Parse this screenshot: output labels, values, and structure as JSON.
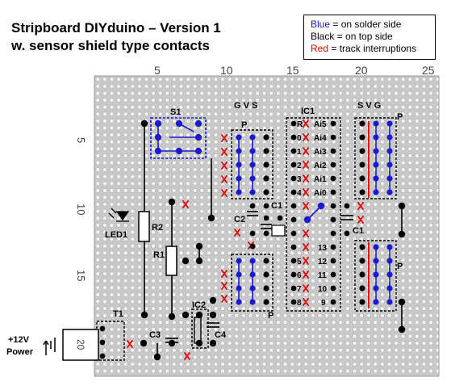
{
  "title_line1": "Stripboard DIYduino – Version 1",
  "title_line2": "w. sensor shield type contacts",
  "legend": {
    "blue_key": "Blue",
    "blue_text": " = on solder side",
    "black_text": "Black = on top side",
    "red_key": "Red",
    "red_text": " = track interruptions"
  },
  "column_numbers": [
    "5",
    "10",
    "15",
    "20",
    "25"
  ],
  "row_numbers": [
    "5",
    "10",
    "15",
    "20"
  ],
  "labels": {
    "s1": "S1",
    "ic1": "IC1",
    "ic2": "IC2",
    "t1": "T1",
    "r1": "R1",
    "r2": "R2",
    "c1_left": "C1",
    "c1_right": "C1",
    "c2": "C2",
    "c3": "C3",
    "c4": "C4",
    "led1": "LED1",
    "p_top_left": "P",
    "p_bottom_left": "P",
    "p_top_right": "P",
    "p_bottom_right": "P",
    "gvs_left": "G V S",
    "svg_right": "S V G",
    "power_line1": "+12V",
    "power_line2": "Power"
  },
  "ic1_left_pins": [
    "R",
    "0",
    "1",
    "2",
    "3",
    "4",
    "",
    "",
    "",
    "5",
    "6",
    "7",
    "8"
  ],
  "ic1_right_pins": [
    "Ai5",
    "Ai4",
    "Ai3",
    "Ai2",
    "Ai1",
    "Ai0",
    "",
    "",
    "13",
    "12",
    "11",
    "10",
    "9"
  ],
  "colors": {
    "board": "#c9c9c9",
    "hole": "#f2f2f2",
    "blue": "#1a1ad0",
    "red": "#e00000",
    "black": "#000000"
  }
}
